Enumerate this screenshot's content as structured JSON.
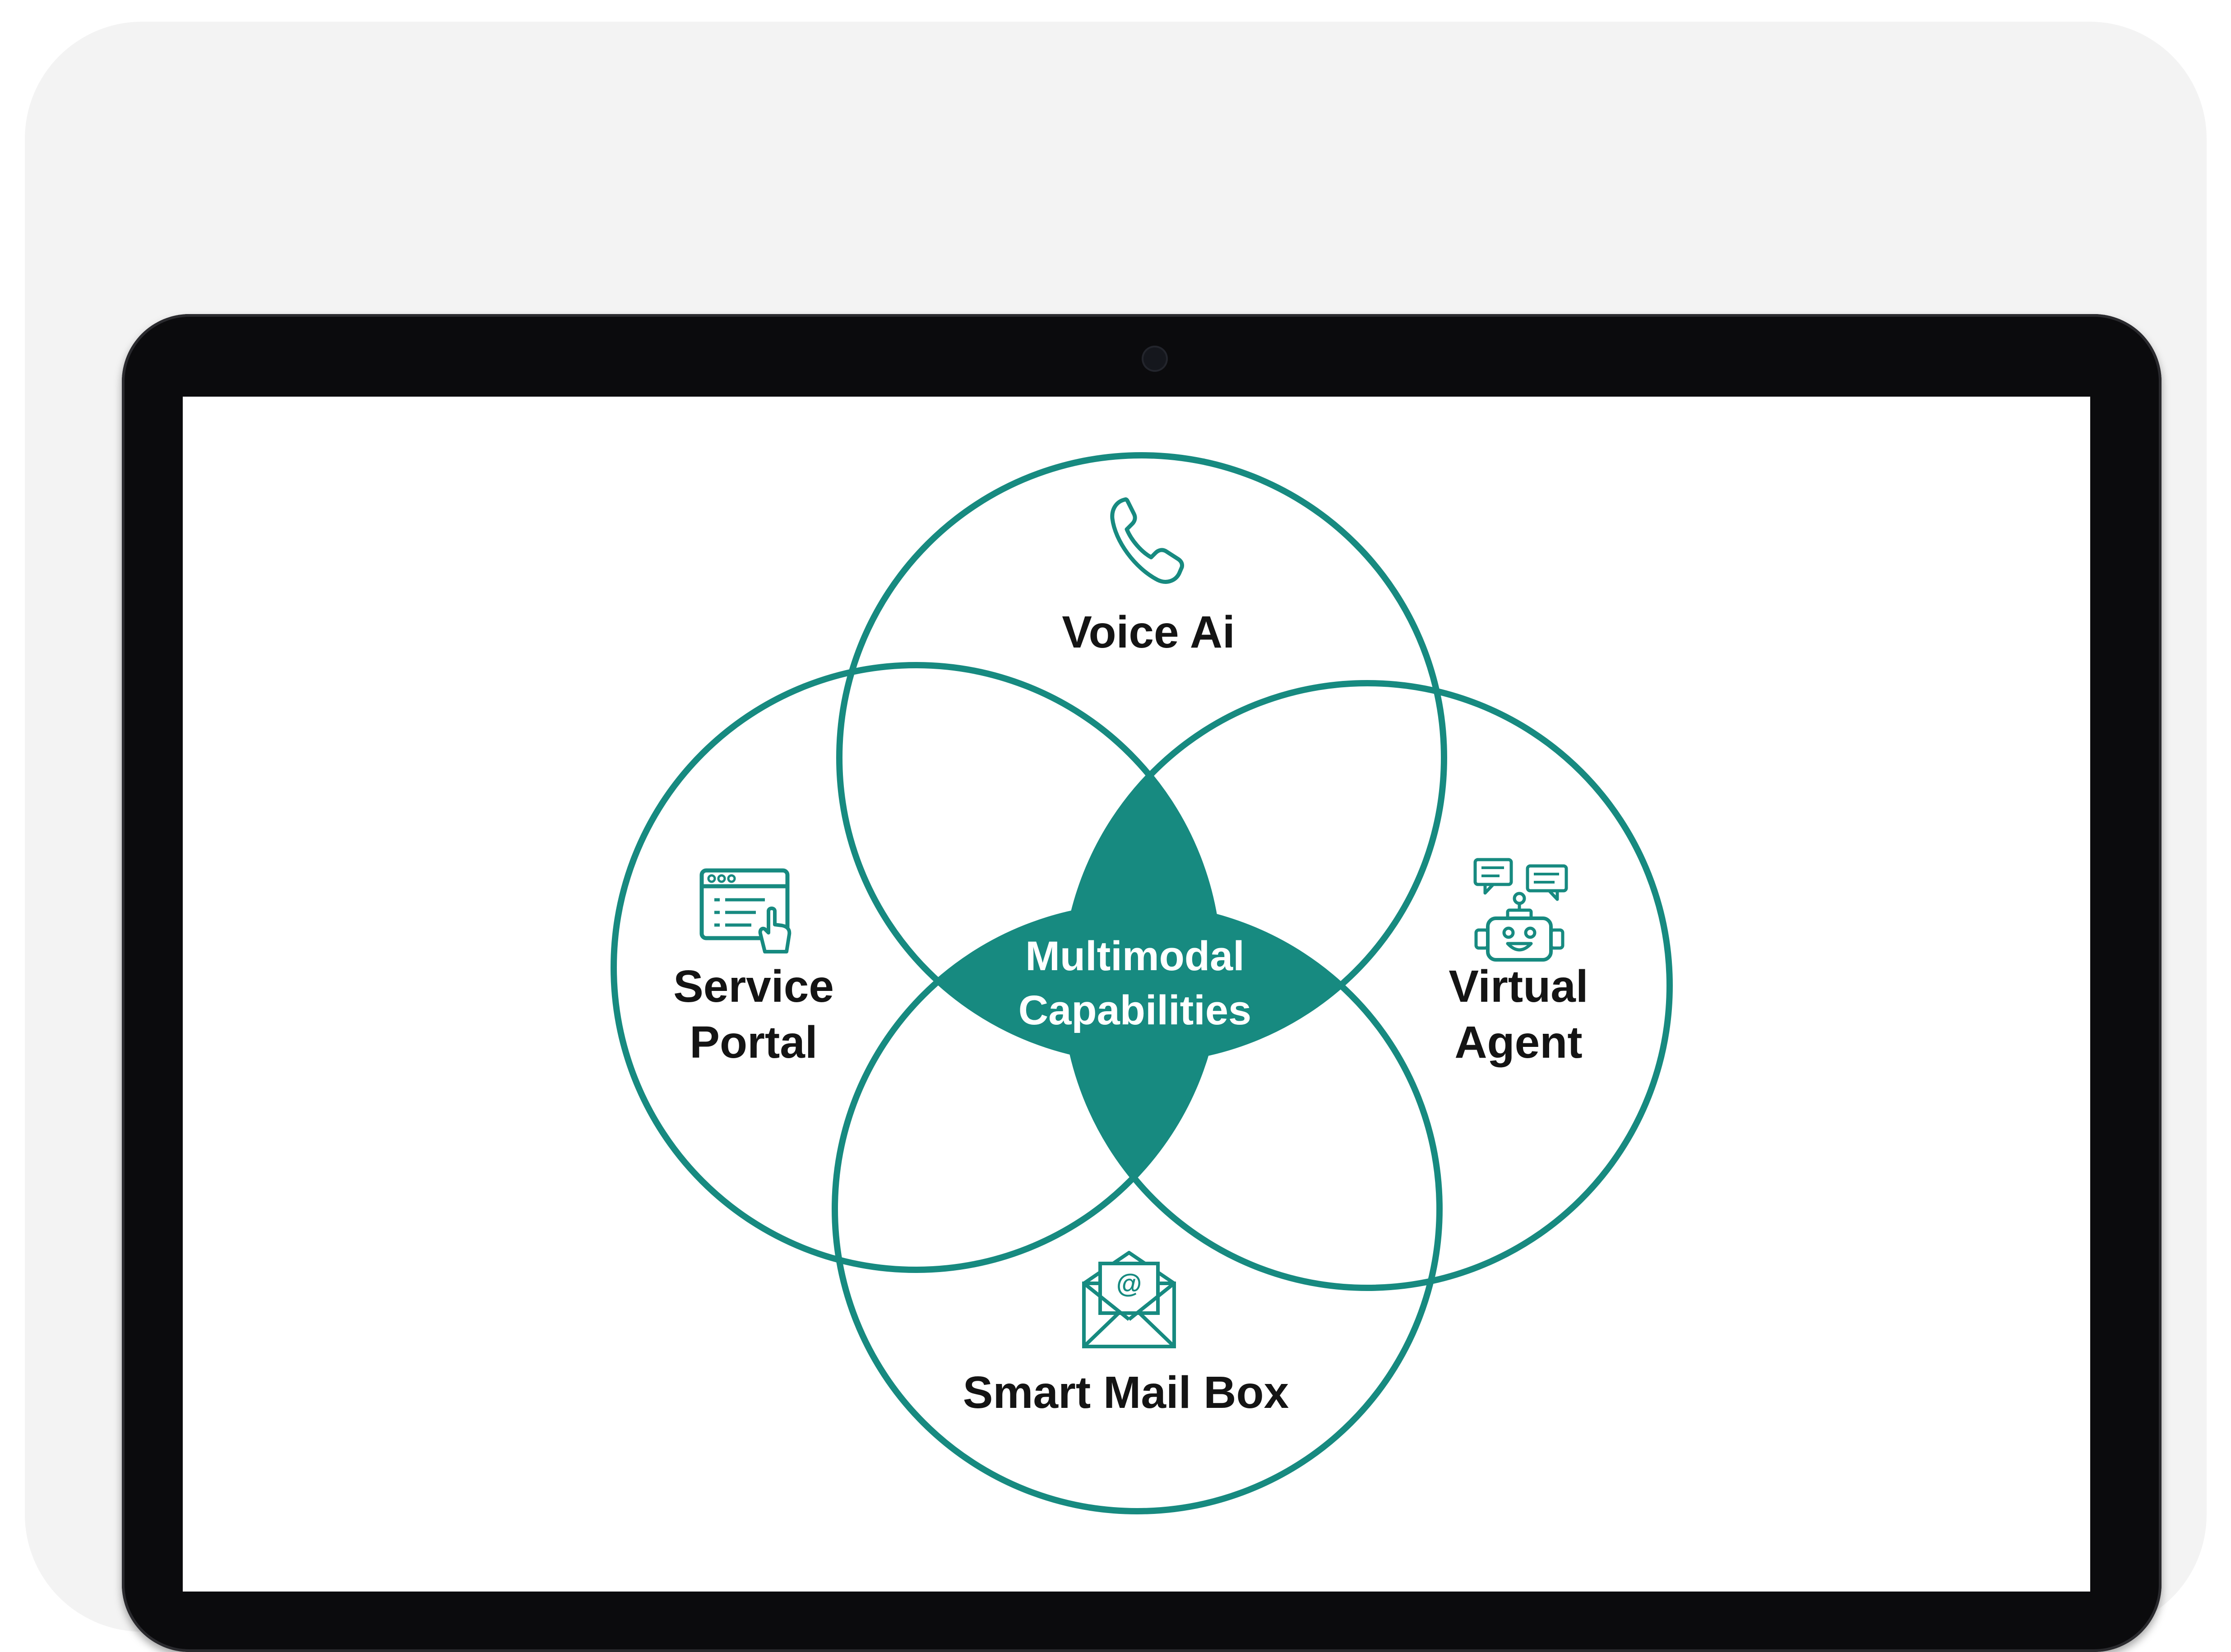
{
  "diagram": {
    "center": {
      "line1": "Multimodal",
      "line2": "Capabilities"
    },
    "nodes": {
      "voice": {
        "label": "Voice Ai",
        "icon": "phone-icon"
      },
      "service": {
        "line1": "Service",
        "line2": "Portal",
        "icon": "web-portal-icon"
      },
      "virtual": {
        "line1": "Virtual",
        "line2": "Agent",
        "icon": "chatbot-icon"
      },
      "mail": {
        "label": "Smart Mail Box",
        "icon": "email-envelope-icon"
      }
    }
  },
  "colors": {
    "accent": "#178a80",
    "text": "#141414",
    "bezel": "#0b0b0d",
    "card": "#f3f3f3"
  }
}
